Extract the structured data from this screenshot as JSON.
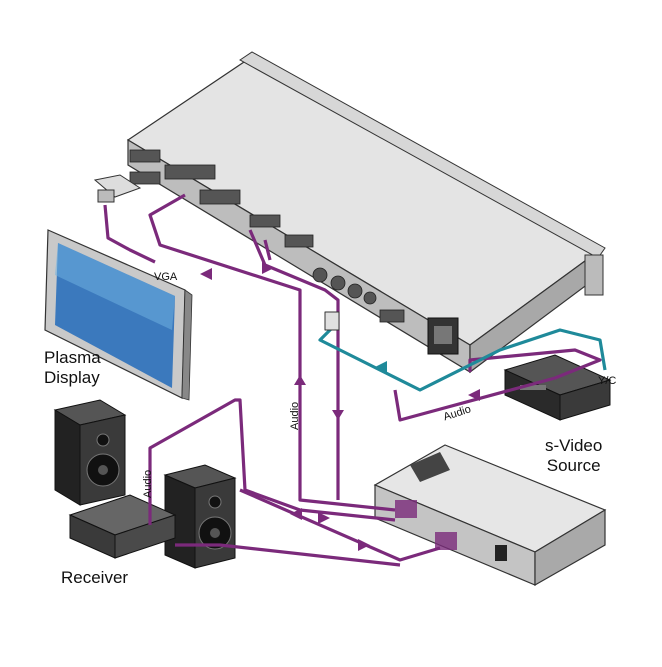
{
  "labels": {
    "plasma_display": "Plasma\nDisplay",
    "receiver": "Receiver",
    "svideo_source": "s-Video\nSource",
    "vga": "VGA",
    "yc": "Y/C",
    "audio_vertical": "Audio",
    "audio_left": "Audio",
    "audio_right": "Audio"
  },
  "colors": {
    "cable_purple": "#7b2a7b",
    "cable_teal": "#1f8a9a",
    "device_gray": "#cfcfcf",
    "device_dark": "#2b2b2b"
  }
}
